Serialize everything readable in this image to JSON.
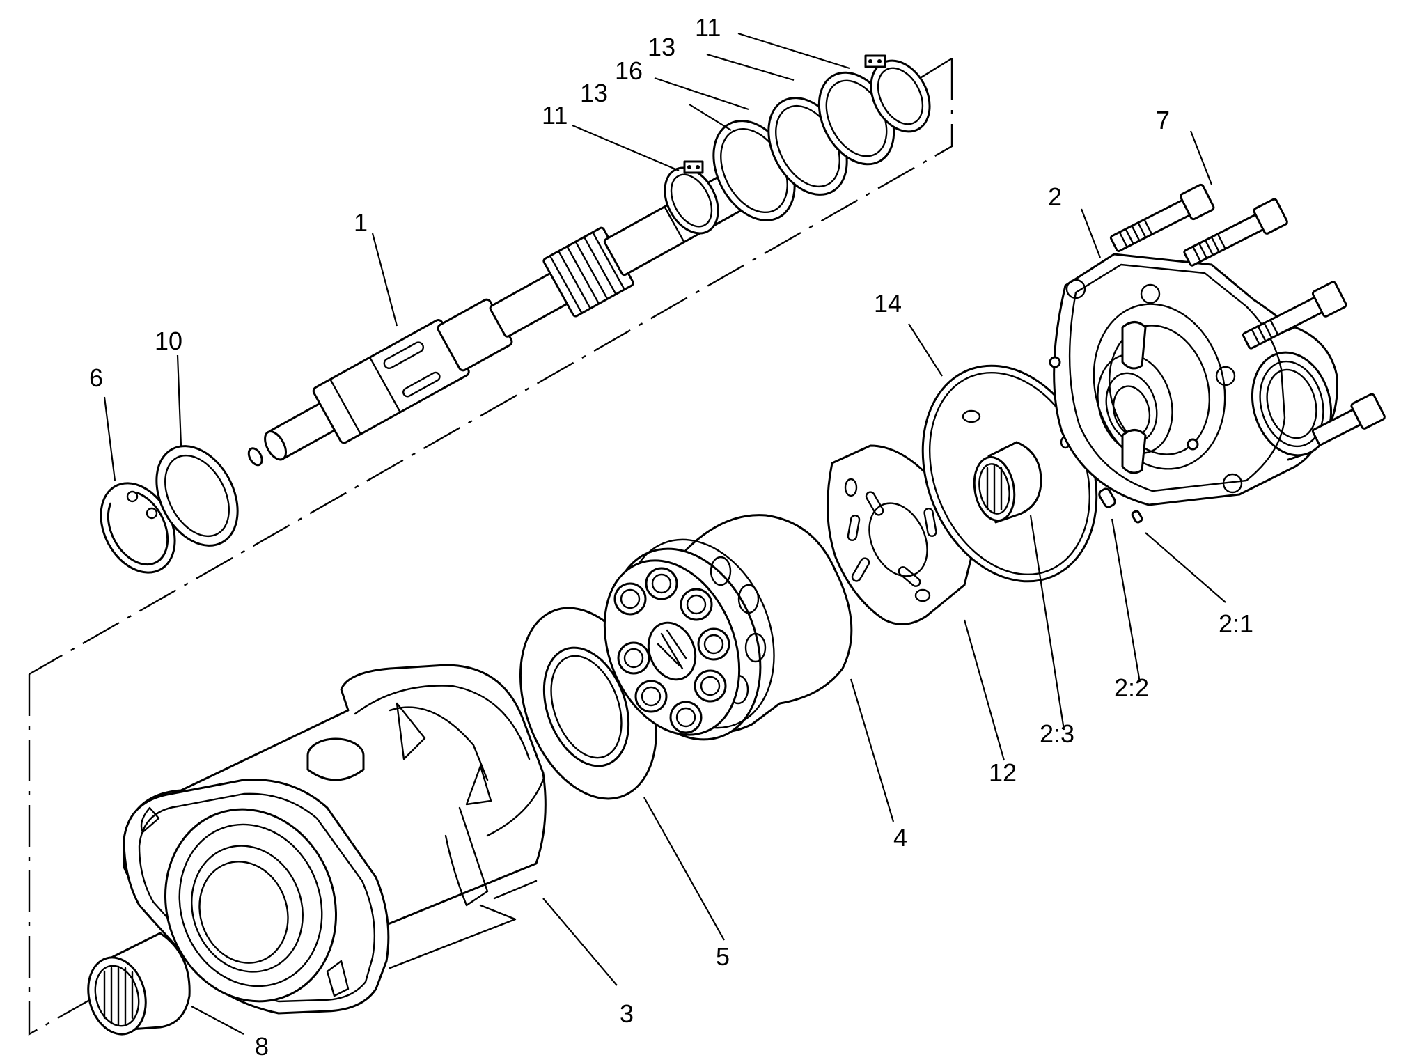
{
  "figure": {
    "type": "exploded-parts-diagram",
    "line_color": "#000000",
    "background": "#ffffff"
  },
  "callouts": [
    {
      "id": "c1",
      "label": "1",
      "part": "shaft"
    },
    {
      "id": "c2",
      "label": "2",
      "part": "end-cover"
    },
    {
      "id": "c2_1",
      "label": "2:1",
      "part": "small-pin"
    },
    {
      "id": "c2_2",
      "label": "2:2",
      "part": "guide-pin"
    },
    {
      "id": "c2_3",
      "label": "2:3",
      "part": "needle-bearing"
    },
    {
      "id": "c3",
      "label": "3",
      "part": "housing"
    },
    {
      "id": "c4",
      "label": "4",
      "part": "cylinder-barrel"
    },
    {
      "id": "c5",
      "label": "5",
      "part": "thrust-plate"
    },
    {
      "id": "c6",
      "label": "6",
      "part": "retaining-ring"
    },
    {
      "id": "c7",
      "label": "7",
      "part": "cap-screw"
    },
    {
      "id": "c8",
      "label": "8",
      "part": "bushing"
    },
    {
      "id": "c10",
      "label": "10",
      "part": "washer"
    },
    {
      "id": "c11a",
      "label": "11",
      "part": "snap-ring-outer"
    },
    {
      "id": "c11b",
      "label": "11",
      "part": "snap-ring-inner"
    },
    {
      "id": "c12",
      "label": "12",
      "part": "valve-plate"
    },
    {
      "id": "c13a",
      "label": "13",
      "part": "shim-outer"
    },
    {
      "id": "c13b",
      "label": "13",
      "part": "shim-inner"
    },
    {
      "id": "c14",
      "label": "14",
      "part": "o-ring"
    },
    {
      "id": "c16",
      "label": "16",
      "part": "spacer-ring"
    }
  ]
}
